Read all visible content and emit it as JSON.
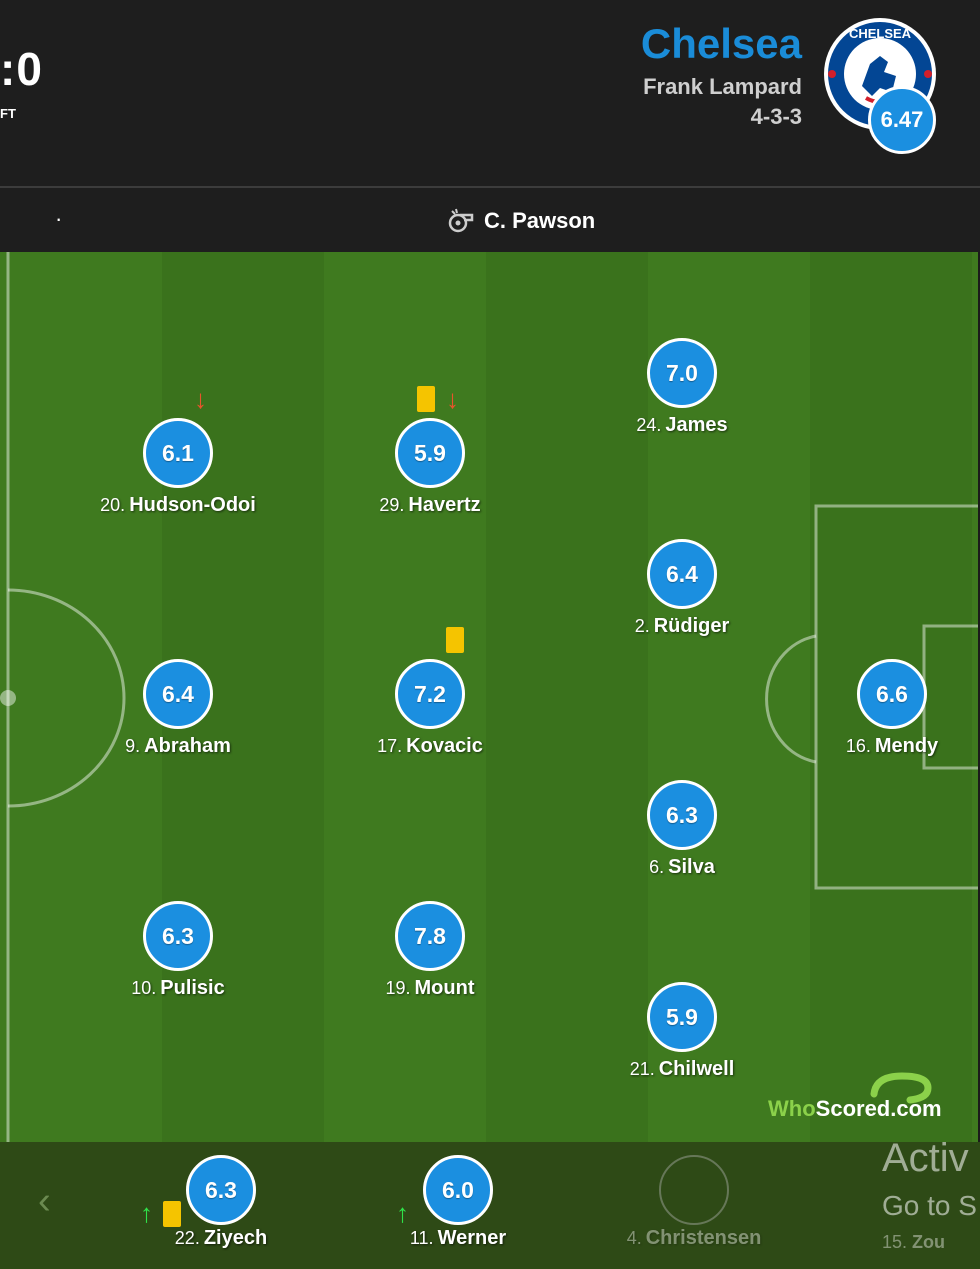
{
  "header": {
    "score": ":0",
    "status": "FT",
    "team_name": "Chelsea",
    "manager": "Frank Lampard",
    "formation": "4-3-3",
    "team_rating": "6.47",
    "crest_text": "CHELSEA"
  },
  "refbar": {
    "dot": "·",
    "referee": "C. Pawson"
  },
  "colors": {
    "rating_blue": "#1b8fe0",
    "team_blue": "#1a8cd8",
    "yellow_card": "#f5c400",
    "sub_off": "#e8542b",
    "sub_on": "#2fe24a"
  },
  "players": [
    {
      "num": "20.",
      "name": "Hudson-Odoi",
      "rating": "6.1"
    },
    {
      "num": "29.",
      "name": "Havertz",
      "rating": "5.9"
    },
    {
      "num": "24.",
      "name": "James",
      "rating": "7.0"
    },
    {
      "num": "2.",
      "name": "Rüdiger",
      "rating": "6.4"
    },
    {
      "num": "9.",
      "name": "Abraham",
      "rating": "6.4"
    },
    {
      "num": "17.",
      "name": "Kovacic",
      "rating": "7.2"
    },
    {
      "num": "16.",
      "name": "Mendy",
      "rating": "6.6"
    },
    {
      "num": "6.",
      "name": "Silva",
      "rating": "6.3"
    },
    {
      "num": "10.",
      "name": "Pulisic",
      "rating": "6.3"
    },
    {
      "num": "19.",
      "name": "Mount",
      "rating": "7.8"
    },
    {
      "num": "21.",
      "name": "Chilwell",
      "rating": "5.9"
    }
  ],
  "bench": {
    "prev_icon": "chevron-left-icon",
    "players": [
      {
        "num": "22.",
        "name": "Ziyech",
        "rating": "6.3"
      },
      {
        "num": "11.",
        "name": "Werner",
        "rating": "6.0"
      },
      {
        "num": "4.",
        "name": "Christensen",
        "rating": ""
      },
      {
        "num": "15.",
        "name": "Zou",
        "rating": ""
      }
    ]
  },
  "watermark": {
    "who": "Who",
    "scored": "Scored",
    "com": ".com"
  },
  "os_overlay": {
    "title": "Activ",
    "subtitle": "Go to S"
  }
}
